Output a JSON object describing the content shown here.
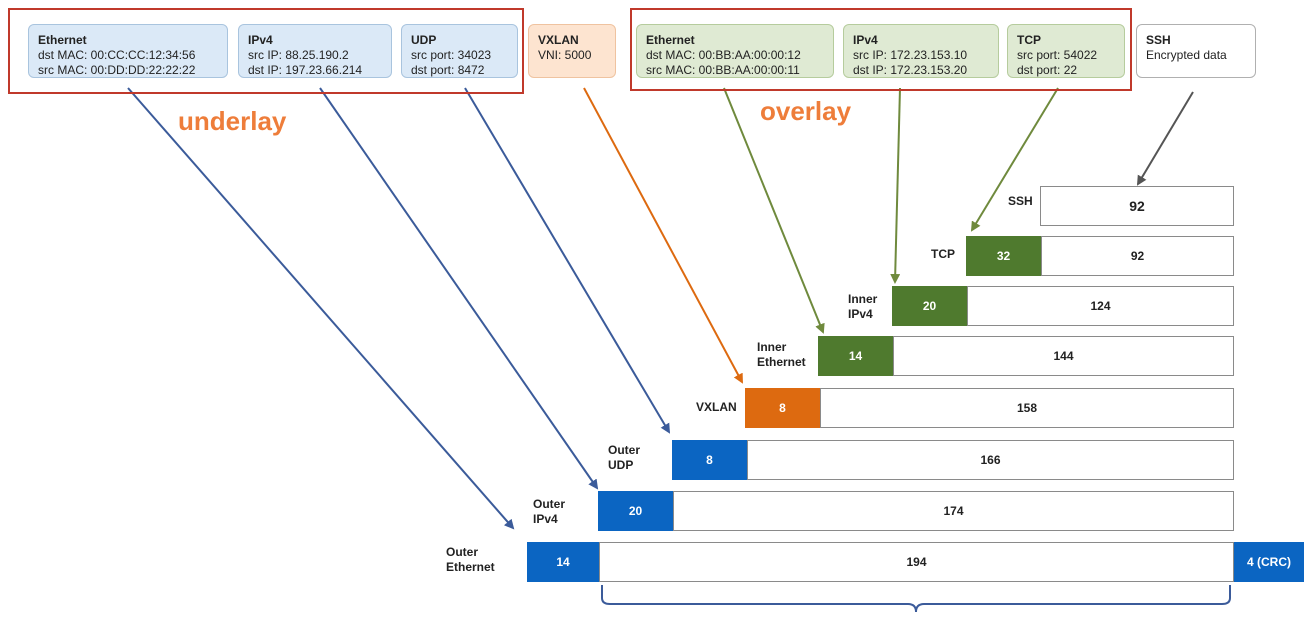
{
  "headers": [
    {
      "title": "Ethernet",
      "line1": "dst MAC: 00:CC:CC:12:34:56",
      "line2": "src MAC: 00:DD:DD:22:22:22"
    },
    {
      "title": "IPv4",
      "line1": "src IP: 88.25.190.2",
      "line2": "dst IP: 197.23.66.214"
    },
    {
      "title": "UDP",
      "line1": "src port: 34023",
      "line2": "dst port: 8472"
    },
    {
      "title": "VXLAN",
      "line1": "VNI: 5000",
      "line2": ""
    },
    {
      "title": "Ethernet",
      "line1": "dst MAC: 00:BB:AA:00:00:12",
      "line2": "src MAC: 00:BB:AA:00:00:11"
    },
    {
      "title": "IPv4",
      "line1": "src IP: 172.23.153.10",
      "line2": "dst IP: 172.23.153.20"
    },
    {
      "title": "TCP",
      "line1": "src port: 54022",
      "line2": "dst port: 22"
    },
    {
      "title": "SSH",
      "line1": "Encrypted data",
      "line2": ""
    }
  ],
  "underlay_label": "underlay",
  "overlay_label": "overlay",
  "layers": [
    {
      "label1": "SSH",
      "label2": "",
      "header": "",
      "payload": "92"
    },
    {
      "label1": "TCP",
      "label2": "",
      "header": "32",
      "payload": "92"
    },
    {
      "label1": "Inner",
      "label2": "IPv4",
      "header": "20",
      "payload": "124"
    },
    {
      "label1": "Inner",
      "label2": "Ethernet",
      "header": "14",
      "payload": "144"
    },
    {
      "label1": "VXLAN",
      "label2": "",
      "header": "8",
      "payload": "158"
    },
    {
      "label1": "Outer",
      "label2": "UDP",
      "header": "8",
      "payload": "166"
    },
    {
      "label1": "Outer",
      "label2": "IPv4",
      "header": "20",
      "payload": "174"
    },
    {
      "label1": "Outer",
      "label2": "Ethernet",
      "header": "14",
      "payload": "194"
    }
  ],
  "trailer": "4 (CRC)",
  "colors": {
    "underlay": "#0b65c2",
    "vxlan": "#dd6a10",
    "overlay": "#4f7a2e",
    "accent_text": "#ee7d3a",
    "frame": "#c0392b"
  }
}
